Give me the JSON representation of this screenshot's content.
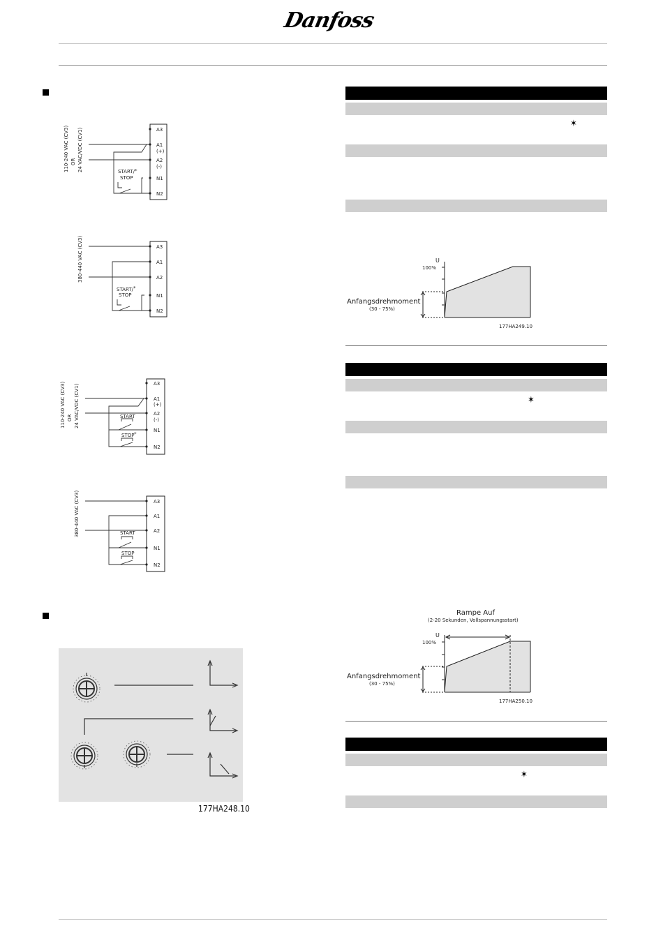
{
  "header": {
    "logo_text": "Danfoss"
  },
  "wiring": {
    "d1": {
      "supply": [
        "110-240 VAC (CV3)",
        "OR",
        "24 VAC/VDC (CV1)"
      ],
      "switch": [
        "START/",
        "STOP"
      ],
      "terminals": [
        "A3",
        "A1",
        "(+)",
        "A2",
        "(-)",
        "N1",
        "N2"
      ],
      "asterisk": "*"
    },
    "d2": {
      "supply": "380-440 VAC (CV3)",
      "switch": [
        "START/",
        "STOP"
      ],
      "terminals": [
        "A3",
        "A1",
        "A2",
        "N1",
        "N2"
      ],
      "asterisk": "*"
    },
    "d3": {
      "supply": [
        "110-240 VAC (CV3)",
        "OR",
        "24 VAC/VDC (CV1)"
      ],
      "start": "START",
      "stop": "STOP",
      "terminals": [
        "A3",
        "A1",
        "(+)",
        "A2",
        "(-)",
        "N1",
        "N2"
      ],
      "asterisk": "*"
    },
    "d4": {
      "supply": "380-440 VAC (CV3)",
      "start": "START",
      "stop": "STOP",
      "terminals": [
        "A3",
        "A1",
        "A2",
        "N1",
        "N2"
      ]
    }
  },
  "panel": {
    "figure_id": "177HA248.10"
  },
  "graph1": {
    "y_label": "U",
    "y_tick": "100%",
    "torque_label": "Anfangsdrehmoment",
    "torque_range": "(30 - 75%)",
    "figure_id": "177HA249.10"
  },
  "graph2": {
    "title": "Rampe Auf",
    "subtitle": "(2-20 Sekunden, Vollspannungsstart)",
    "y_label": "U",
    "y_tick": "100%",
    "torque_label": "Anfangsdrehmoment",
    "torque_range": "(30 - 75%)",
    "figure_id": "177HA250.10"
  },
  "symbols": {
    "star": "✶"
  }
}
